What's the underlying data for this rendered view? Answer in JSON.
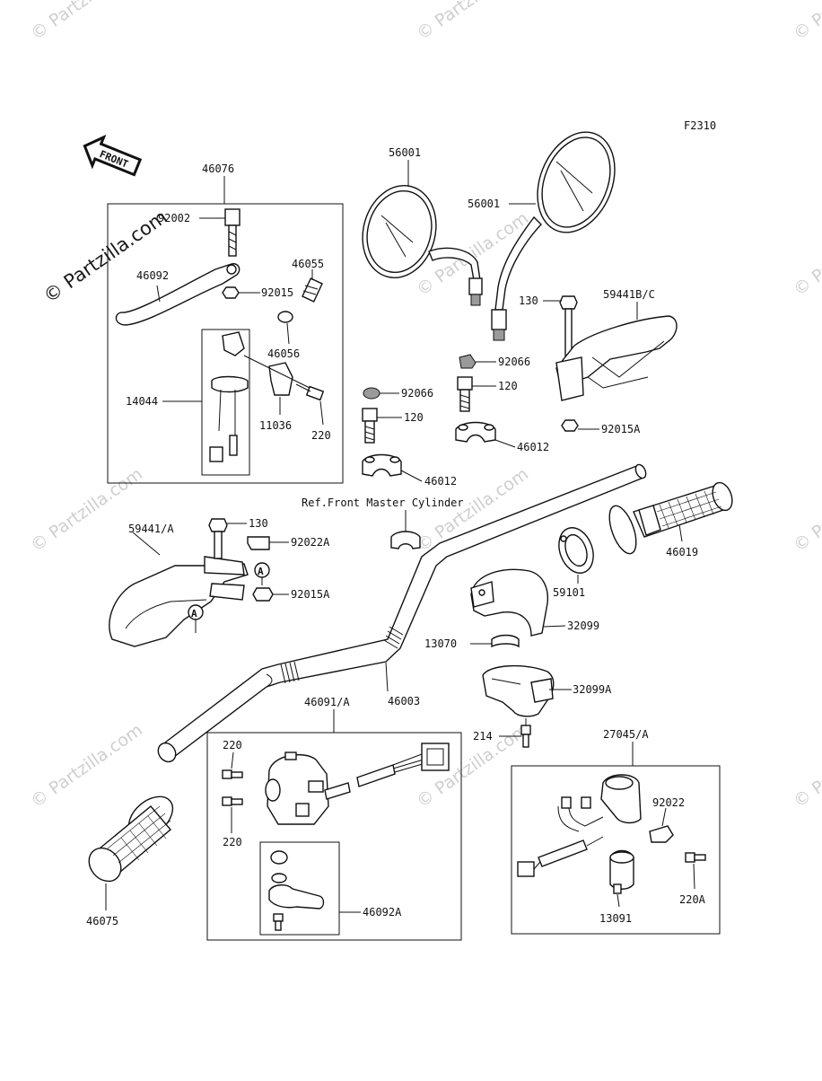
{
  "diagram_code": "F2310",
  "front_badge": "FRONT",
  "ref_note": "Ref.Front Master Cylinder",
  "callout_mark": "A",
  "watermark": {
    "text": "© Partzilla.com",
    "primary": "© Partzilla.com",
    "color_light": "#cfcfcf",
    "color_dark": "#1a1a1a"
  },
  "labels": {
    "p46076": "46076",
    "p92002": "92002",
    "p46092": "46092",
    "p92015": "92015",
    "p46055": "46055",
    "p46056": "46056",
    "p14044": "14044",
    "p11036": "11036",
    "p220_a": "220",
    "p56001_left": "56001",
    "p56001_right": "56001",
    "p130_top": "130",
    "p59441bc": "59441B/C",
    "p92066_top": "92066",
    "p92066_left": "92066",
    "p120_right": "120",
    "p120_left": "120",
    "p46012_right": "46012",
    "p46012_left": "46012",
    "p92015a_top": "92015A",
    "p59441a": "59441/A",
    "p130_mid": "130",
    "p92022a": "92022A",
    "p92015a_mid": "92015A",
    "p46019": "46019",
    "p59101": "59101",
    "p32099": "32099",
    "p13070": "13070",
    "p46003": "46003",
    "p32099a": "32099A",
    "p214": "214",
    "p46091a": "46091/A",
    "p27045a": "27045/A",
    "p220_b": "220",
    "p220_c": "220",
    "p46092a": "46092A",
    "p92022": "92022",
    "p220a": "220A",
    "p13091": "13091",
    "p46075": "46075"
  }
}
